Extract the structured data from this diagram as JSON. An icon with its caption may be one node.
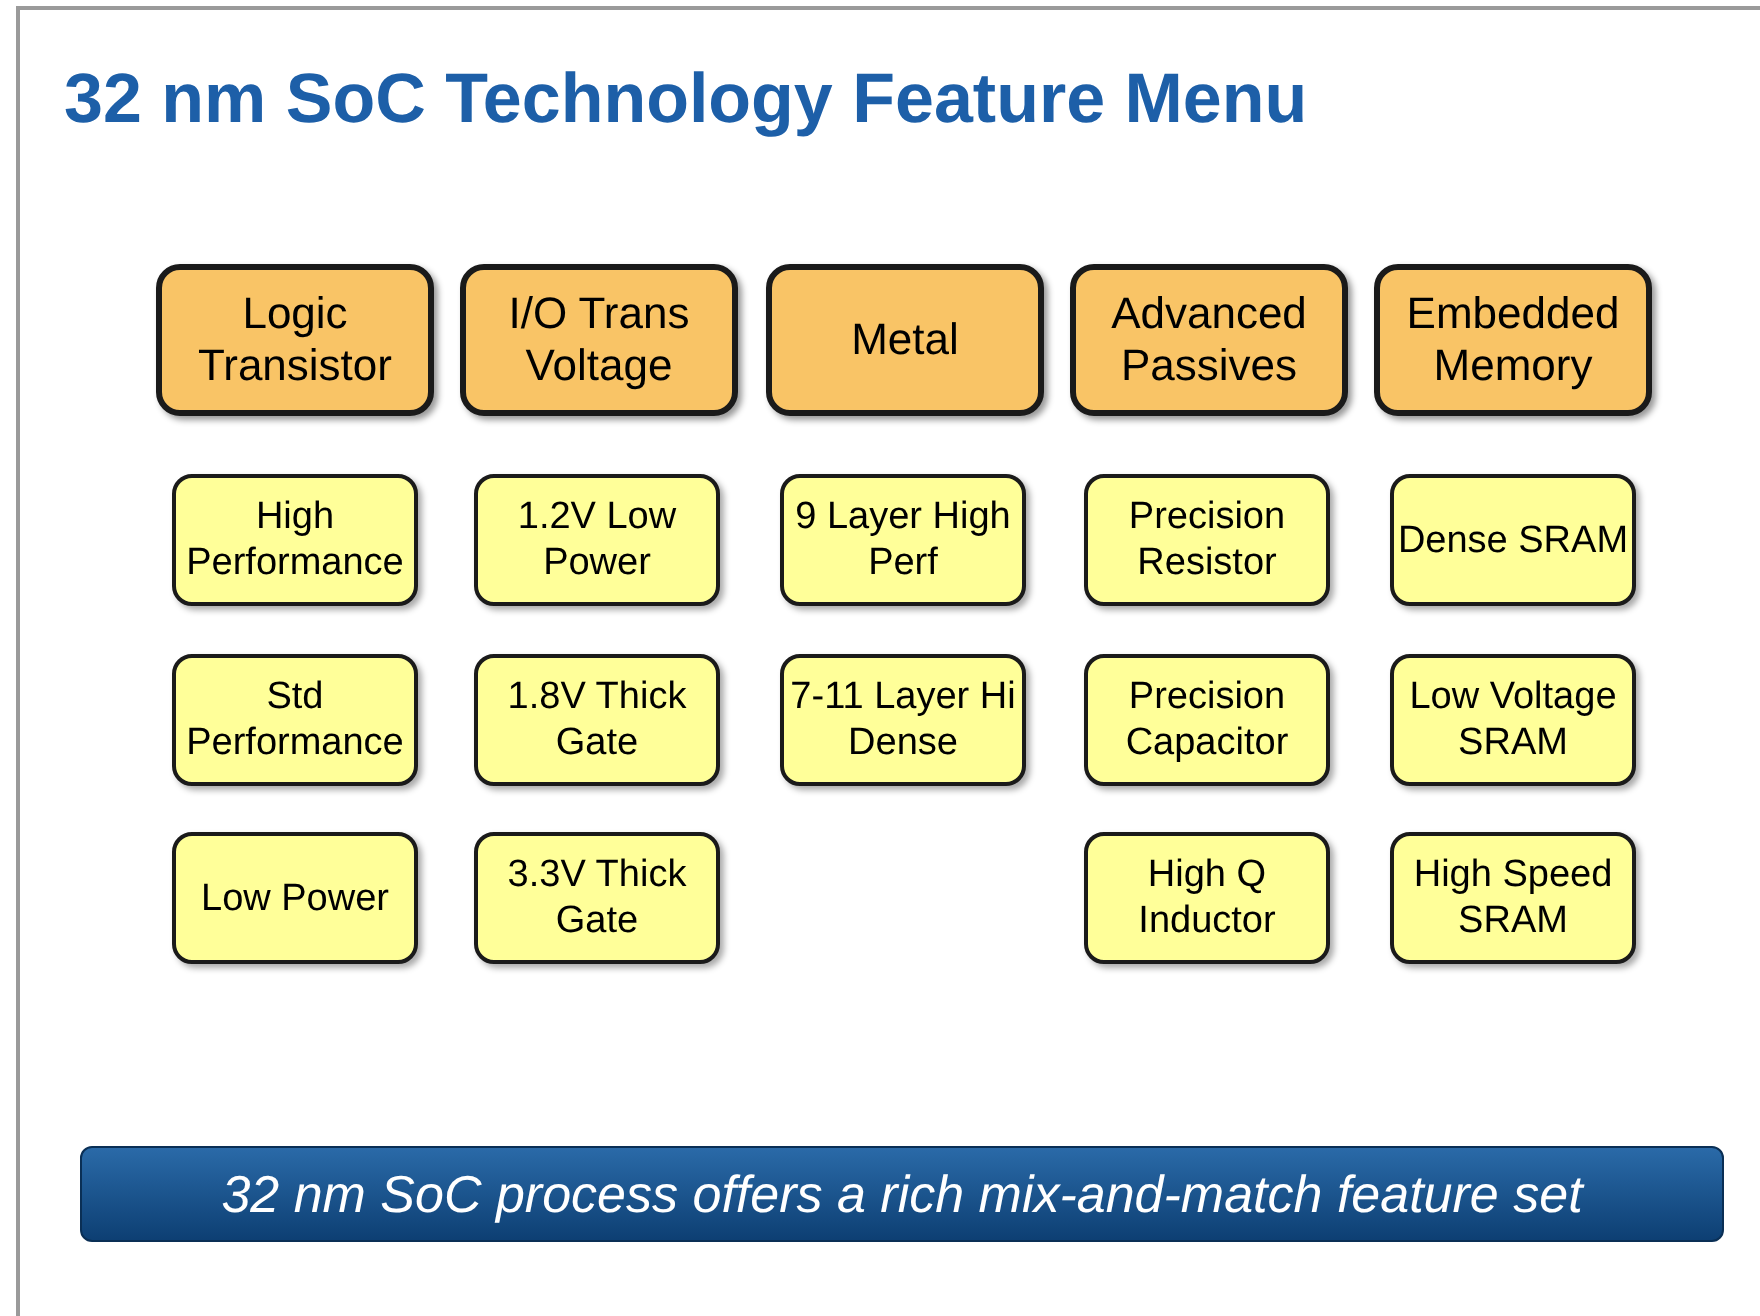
{
  "diagram": {
    "title": "32 nm SoC Technology Feature Menu",
    "nodes": [
      {
        "text": [
          "Logic Transistor"
        ]
      },
      {
        "text": [
          "I/O Trans Voltage"
        ]
      },
      {
        "text": [
          "Metal"
        ]
      },
      {
        "text": [
          "Advanced Passives"
        ]
      },
      {
        "text": [
          "Embedded Memory"
        ]
      },
      {
        "text": [
          "High Performance"
        ]
      },
      {
        "text": [
          "1.2V Low Power"
        ]
      },
      {
        "text": [
          "9 Layer High Perf"
        ]
      },
      {
        "text": [
          "Precision Resistor"
        ]
      },
      {
        "text": [
          "Dense SRAM"
        ]
      },
      {
        "text": [
          "Std Performance"
        ]
      },
      {
        "text": [
          "1.8V Thick Gate"
        ]
      },
      {
        "text": [
          "7-11 Layer Hi Dense"
        ]
      },
      {
        "text": [
          "Precision Capacitor"
        ]
      },
      {
        "text": [
          "Low Voltage SRAM"
        ]
      },
      {
        "text": [
          "Low Power"
        ]
      },
      {
        "text": [
          "3.3V Thick Gate"
        ]
      },
      {
        "text": [
          "High Q Inductor"
        ]
      },
      {
        "text": [
          "High Speed SRAM"
        ]
      },
      {
        "text": [
          "32 nm SoC process offers a rich mix-and-match feature set"
        ]
      }
    ],
    "edges": []
  }
}
